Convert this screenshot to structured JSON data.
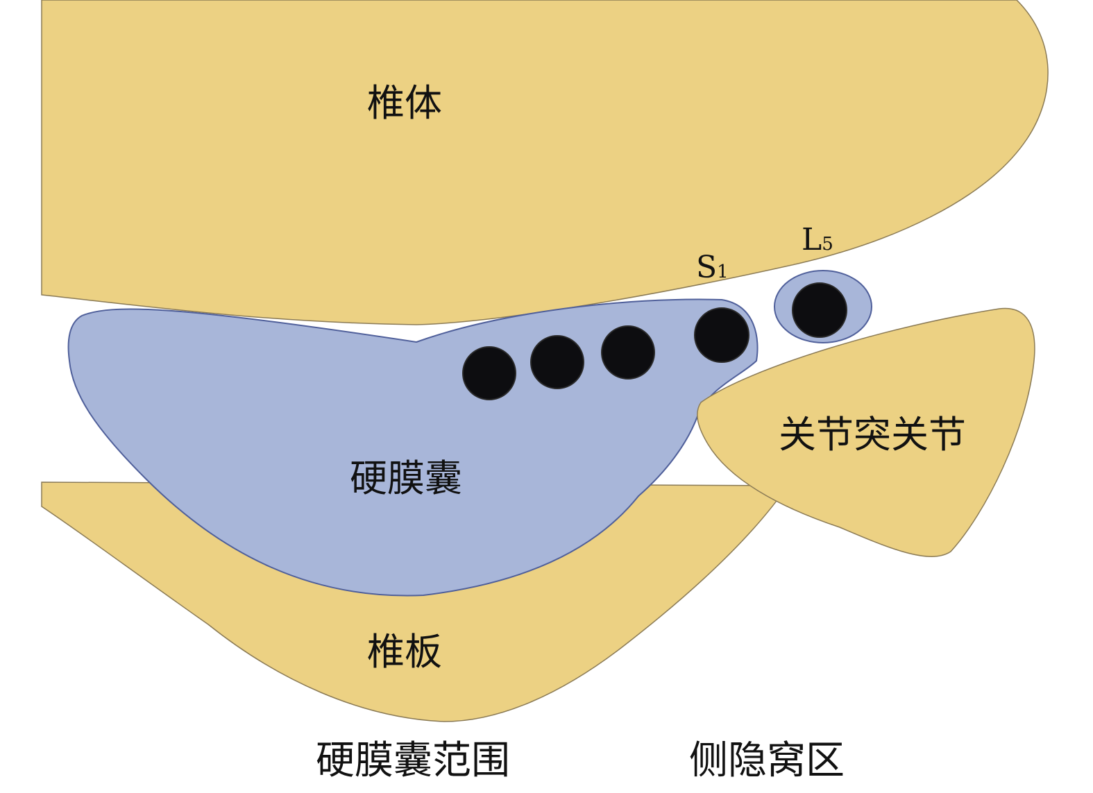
{
  "colors": {
    "bone": "#ecd183",
    "dural_sac": "#a8b6d9",
    "nerve_root": "#0d0d10",
    "sac_outline": "#4f5f9a"
  },
  "labels": {
    "vertebral_body": "椎体",
    "dural_sac": "硬膜囊",
    "lamina": "椎板",
    "facet_joint": "关节突关节",
    "s1_base": "S",
    "s1_sub": "1",
    "l5_base": "L",
    "l5_sub": "5"
  },
  "captions": {
    "dural_sac_range": "硬膜囊范围",
    "lateral_recess": "侧隐窝区"
  }
}
